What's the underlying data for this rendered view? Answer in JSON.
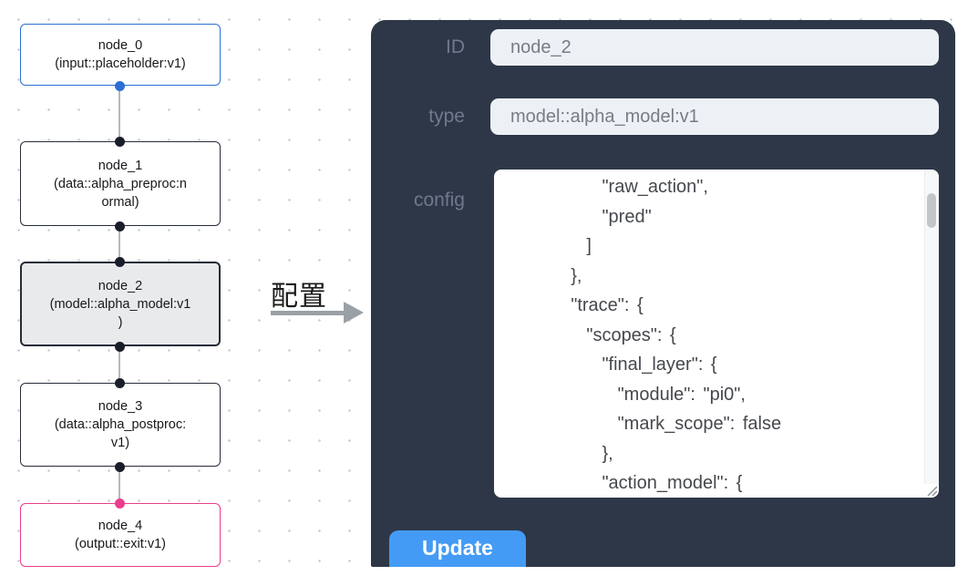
{
  "workflow": {
    "nodes": [
      {
        "id": "node_0",
        "label": "node_0\n(input::placeholder:v1)",
        "variant": "input"
      },
      {
        "id": "node_1",
        "label": "node_1\n(data::alpha_preproc:n\normal)",
        "variant": "default"
      },
      {
        "id": "node_2",
        "label": "node_2\n(model::alpha_model:v1\n)",
        "variant": "selected"
      },
      {
        "id": "node_3",
        "label": "node_3\n(data::alpha_postproc:\nv1)",
        "variant": "default"
      },
      {
        "id": "node_4",
        "label": "node_4\n(output::exit:v1)",
        "variant": "output"
      }
    ]
  },
  "transition": {
    "label": "配置"
  },
  "panel": {
    "id_field": {
      "label": "ID",
      "value": "node_2"
    },
    "type_field": {
      "label": "type",
      "value": "model::alpha_model:v1"
    },
    "config_field": {
      "label": "config",
      "value": "        \"raw_action\",\n        \"pred\"\n      ]\n    },\n    \"trace\": {\n      \"scopes\": {\n        \"final_layer\": {\n          \"module\": \"pi0\",\n          \"mark_scope\": false\n        },\n        \"action_model\": {"
    },
    "update_button": "Update"
  },
  "colors": {
    "panel_bg": "#2d3748",
    "accent_blue": "#449bf5",
    "input_node_border": "#2b6fd4",
    "output_node_border": "#eb3d8d",
    "selected_node_bg": "#e9eaec"
  }
}
